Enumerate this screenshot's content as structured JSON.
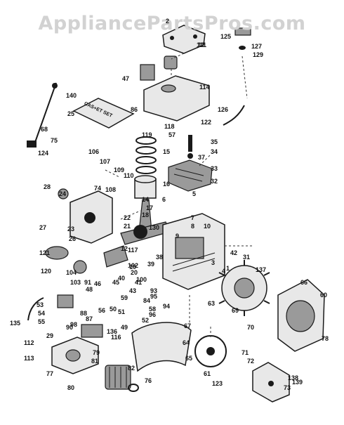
{
  "watermark": "AppliancePartsPros.com",
  "decal_text": "CAS+ET SET",
  "callouts": [
    "1",
    "2",
    "3",
    "4",
    "5",
    "6",
    "7",
    "8",
    "9",
    "10",
    "11",
    "12",
    "14",
    "15",
    "16",
    "17",
    "18",
    "19",
    "20",
    "21",
    "22",
    "23",
    "24",
    "25",
    "26",
    "27",
    "28",
    "29",
    "31",
    "32",
    "33",
    "34",
    "35",
    "37",
    "38",
    "39",
    "40",
    "41",
    "42",
    "43",
    "45",
    "46",
    "47",
    "48",
    "49",
    "50",
    "51",
    "52",
    "53",
    "54",
    "55",
    "56",
    "57",
    "58",
    "59",
    "60",
    "61",
    "63",
    "64",
    "65",
    "66",
    "67",
    "68",
    "69",
    "70",
    "71",
    "72",
    "73",
    "74",
    "75",
    "76",
    "77",
    "78",
    "79",
    "80",
    "81",
    "82",
    "84",
    "86",
    "87",
    "88",
    "90",
    "91",
    "93",
    "94",
    "95",
    "96",
    "98",
    "100",
    "102",
    "103",
    "104",
    "106",
    "107",
    "108",
    "109",
    "110",
    "111",
    "112",
    "113",
    "114",
    "116",
    "117",
    "118",
    "119",
    "120",
    "121",
    "122",
    "123",
    "124",
    "125",
    "126",
    "127",
    "129",
    "130",
    "135",
    "136",
    "137",
    "138",
    "139",
    "140"
  ]
}
